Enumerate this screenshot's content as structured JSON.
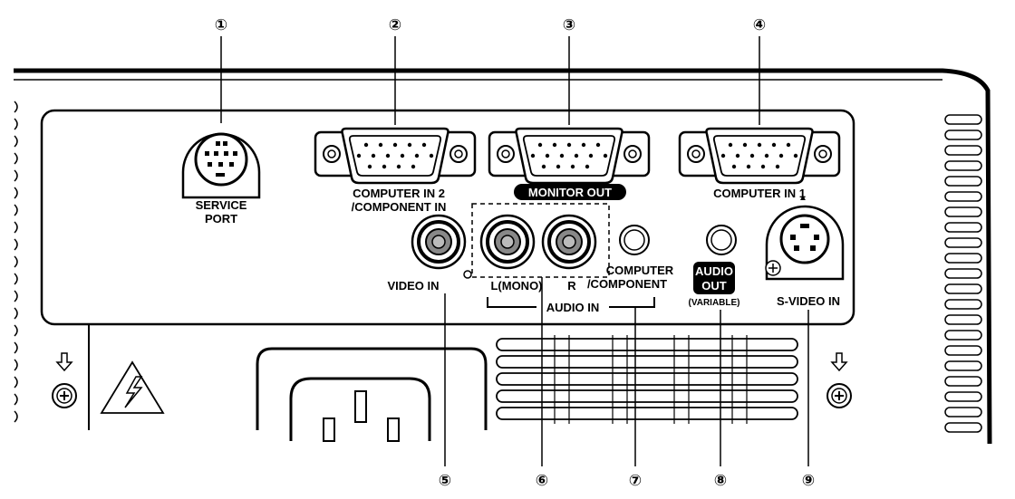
{
  "callouts": [
    "①",
    "②",
    "③",
    "④",
    "⑤",
    "⑥",
    "⑦",
    "⑧",
    "⑨"
  ],
  "ports": {
    "service_port": [
      "SERVICE",
      "PORT"
    ],
    "computer_in_2": [
      "COMPUTER IN 2",
      "/COMPONENT IN"
    ],
    "monitor_out": "MONITOR OUT",
    "computer_in_1": "COMPUTER IN 1",
    "video_in": "VIDEO IN",
    "audio_l": "L(MONO)",
    "audio_r": "R",
    "audio_in": "AUDIO IN",
    "computer_component": [
      "COMPUTER",
      "/COMPONENT"
    ],
    "audio_out": [
      "AUDIO",
      "OUT"
    ],
    "variable": "(VARIABLE)",
    "s_video_in": "S-VIDEO IN",
    "s_video_arrow": "▲"
  },
  "colors": {
    "line": "#000000",
    "background": "#ffffff",
    "jack_inner": "#888888"
  },
  "icons": [
    "ground-arrow-icon",
    "screw-icon",
    "electric-warning-icon"
  ]
}
